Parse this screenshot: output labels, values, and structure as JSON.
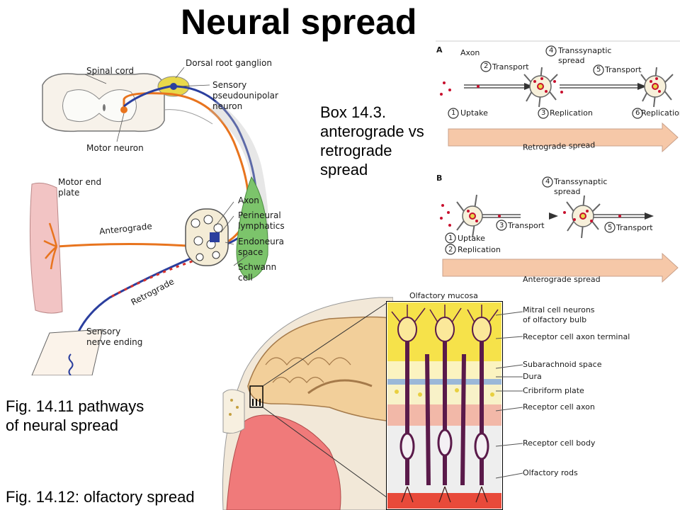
{
  "title": "Neural spread",
  "box_caption": [
    "Box 14.3.",
    "anterograde vs",
    "retrograde",
    "spread"
  ],
  "fig_14_11_caption": [
    "Fig. 14.11 pathways",
    "of neural spread"
  ],
  "fig_14_12_caption": "Fig. 14.12:  olfactory spread",
  "spinal_diagram": {
    "spinal_cord": "Spinal cord",
    "dorsal_root_ganglion": "Dorsal root ganglion",
    "sensory_neuron": [
      "Sensory",
      "pseudounipolar",
      "neuron"
    ],
    "motor_neuron": "Motor neuron",
    "motor_end_plate": [
      "Motor end",
      "plate"
    ],
    "anterograde": "Anterograde",
    "retrograde": "Retrograde",
    "axon": "Axon",
    "perineural": [
      "Perineural",
      "lymphatics"
    ],
    "endoneural": [
      "Endoneura",
      "space"
    ],
    "schwann": [
      "Schwann",
      "cell"
    ],
    "sensory_ending": [
      "Sensory",
      "nerve ending"
    ]
  },
  "panel_a": {
    "letter": "A",
    "axon": "Axon",
    "transport_2": "Transport",
    "transsynaptic": [
      "Transsynaptic",
      "spread"
    ],
    "transport_5": "Transport",
    "uptake": "Uptake",
    "replication_3": "Replication",
    "replication_6": "Replication",
    "arrow": "Retrograde spread",
    "nums": [
      "1",
      "2",
      "3",
      "4",
      "5",
      "6"
    ]
  },
  "panel_b": {
    "letter": "B",
    "transsynaptic": [
      "Transsynaptic",
      "spread"
    ],
    "transport_3": "Transport",
    "transport_5": "Transport",
    "uptake": "Uptake",
    "replication": "Replication",
    "arrow": "Anterograde spread",
    "nums": [
      "1",
      "2",
      "3",
      "4",
      "5"
    ]
  },
  "olfactory": {
    "mucosa": "Olfactory mucosa",
    "labels": [
      "Mitral cell neurons",
      "of olfactory bulb",
      "Receptor cell axon terminal",
      "Subarachnoid space",
      "Dura",
      "Cribriform plate",
      "Receptor cell axon",
      "Receptor cell body",
      "Olfactory rods"
    ]
  },
  "colors": {
    "orange_axon": "#e8741e",
    "blue_axon": "#2b3f9e",
    "ganglion": "#e8d84a",
    "schwann_green": "#7cc46b",
    "muscle_pink": "#f2c4c4",
    "brain_tan": "#f2cf9a",
    "nasal_pink": "#f07a7a",
    "cell_red": "#c8102e",
    "olf_yellow": "#f6e24a",
    "olf_purple": "#5a1a4a",
    "arrow_peach": "#f6c8a8"
  }
}
